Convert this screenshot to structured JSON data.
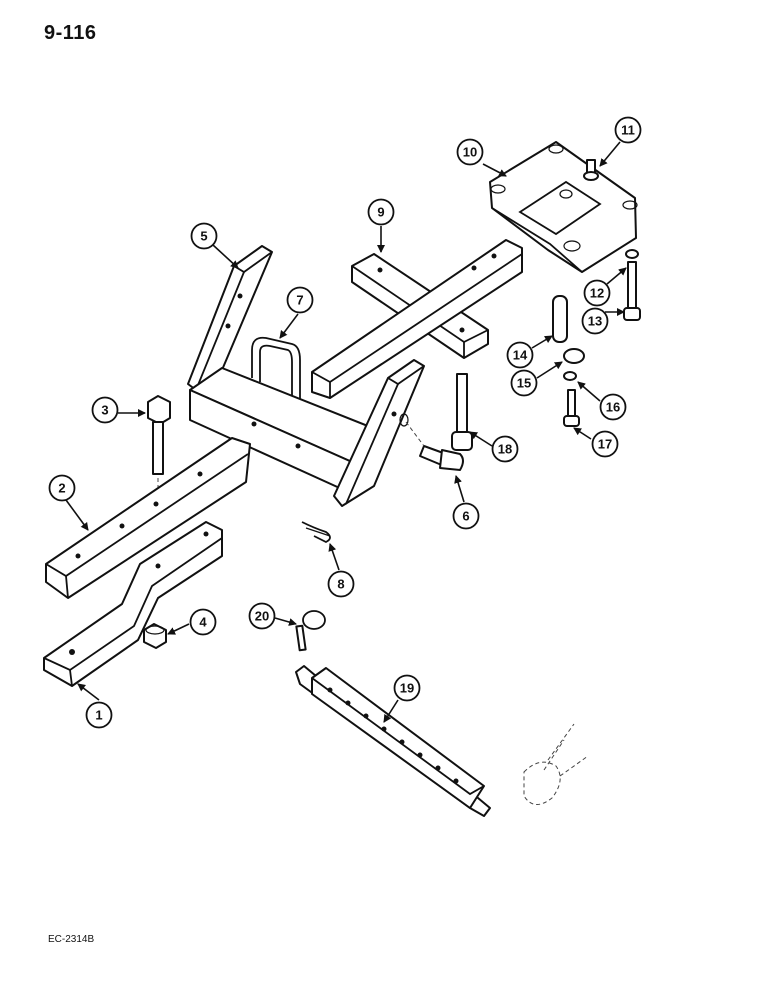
{
  "header": {
    "page_number": "9-116"
  },
  "footer": {
    "figure_code": "EC-2314B"
  },
  "callouts": [
    "1",
    "2",
    "3",
    "4",
    "5",
    "6",
    "7",
    "8",
    "9",
    "10",
    "11",
    "12",
    "13",
    "14",
    "15",
    "16",
    "17",
    "18",
    "19",
    "20"
  ]
}
